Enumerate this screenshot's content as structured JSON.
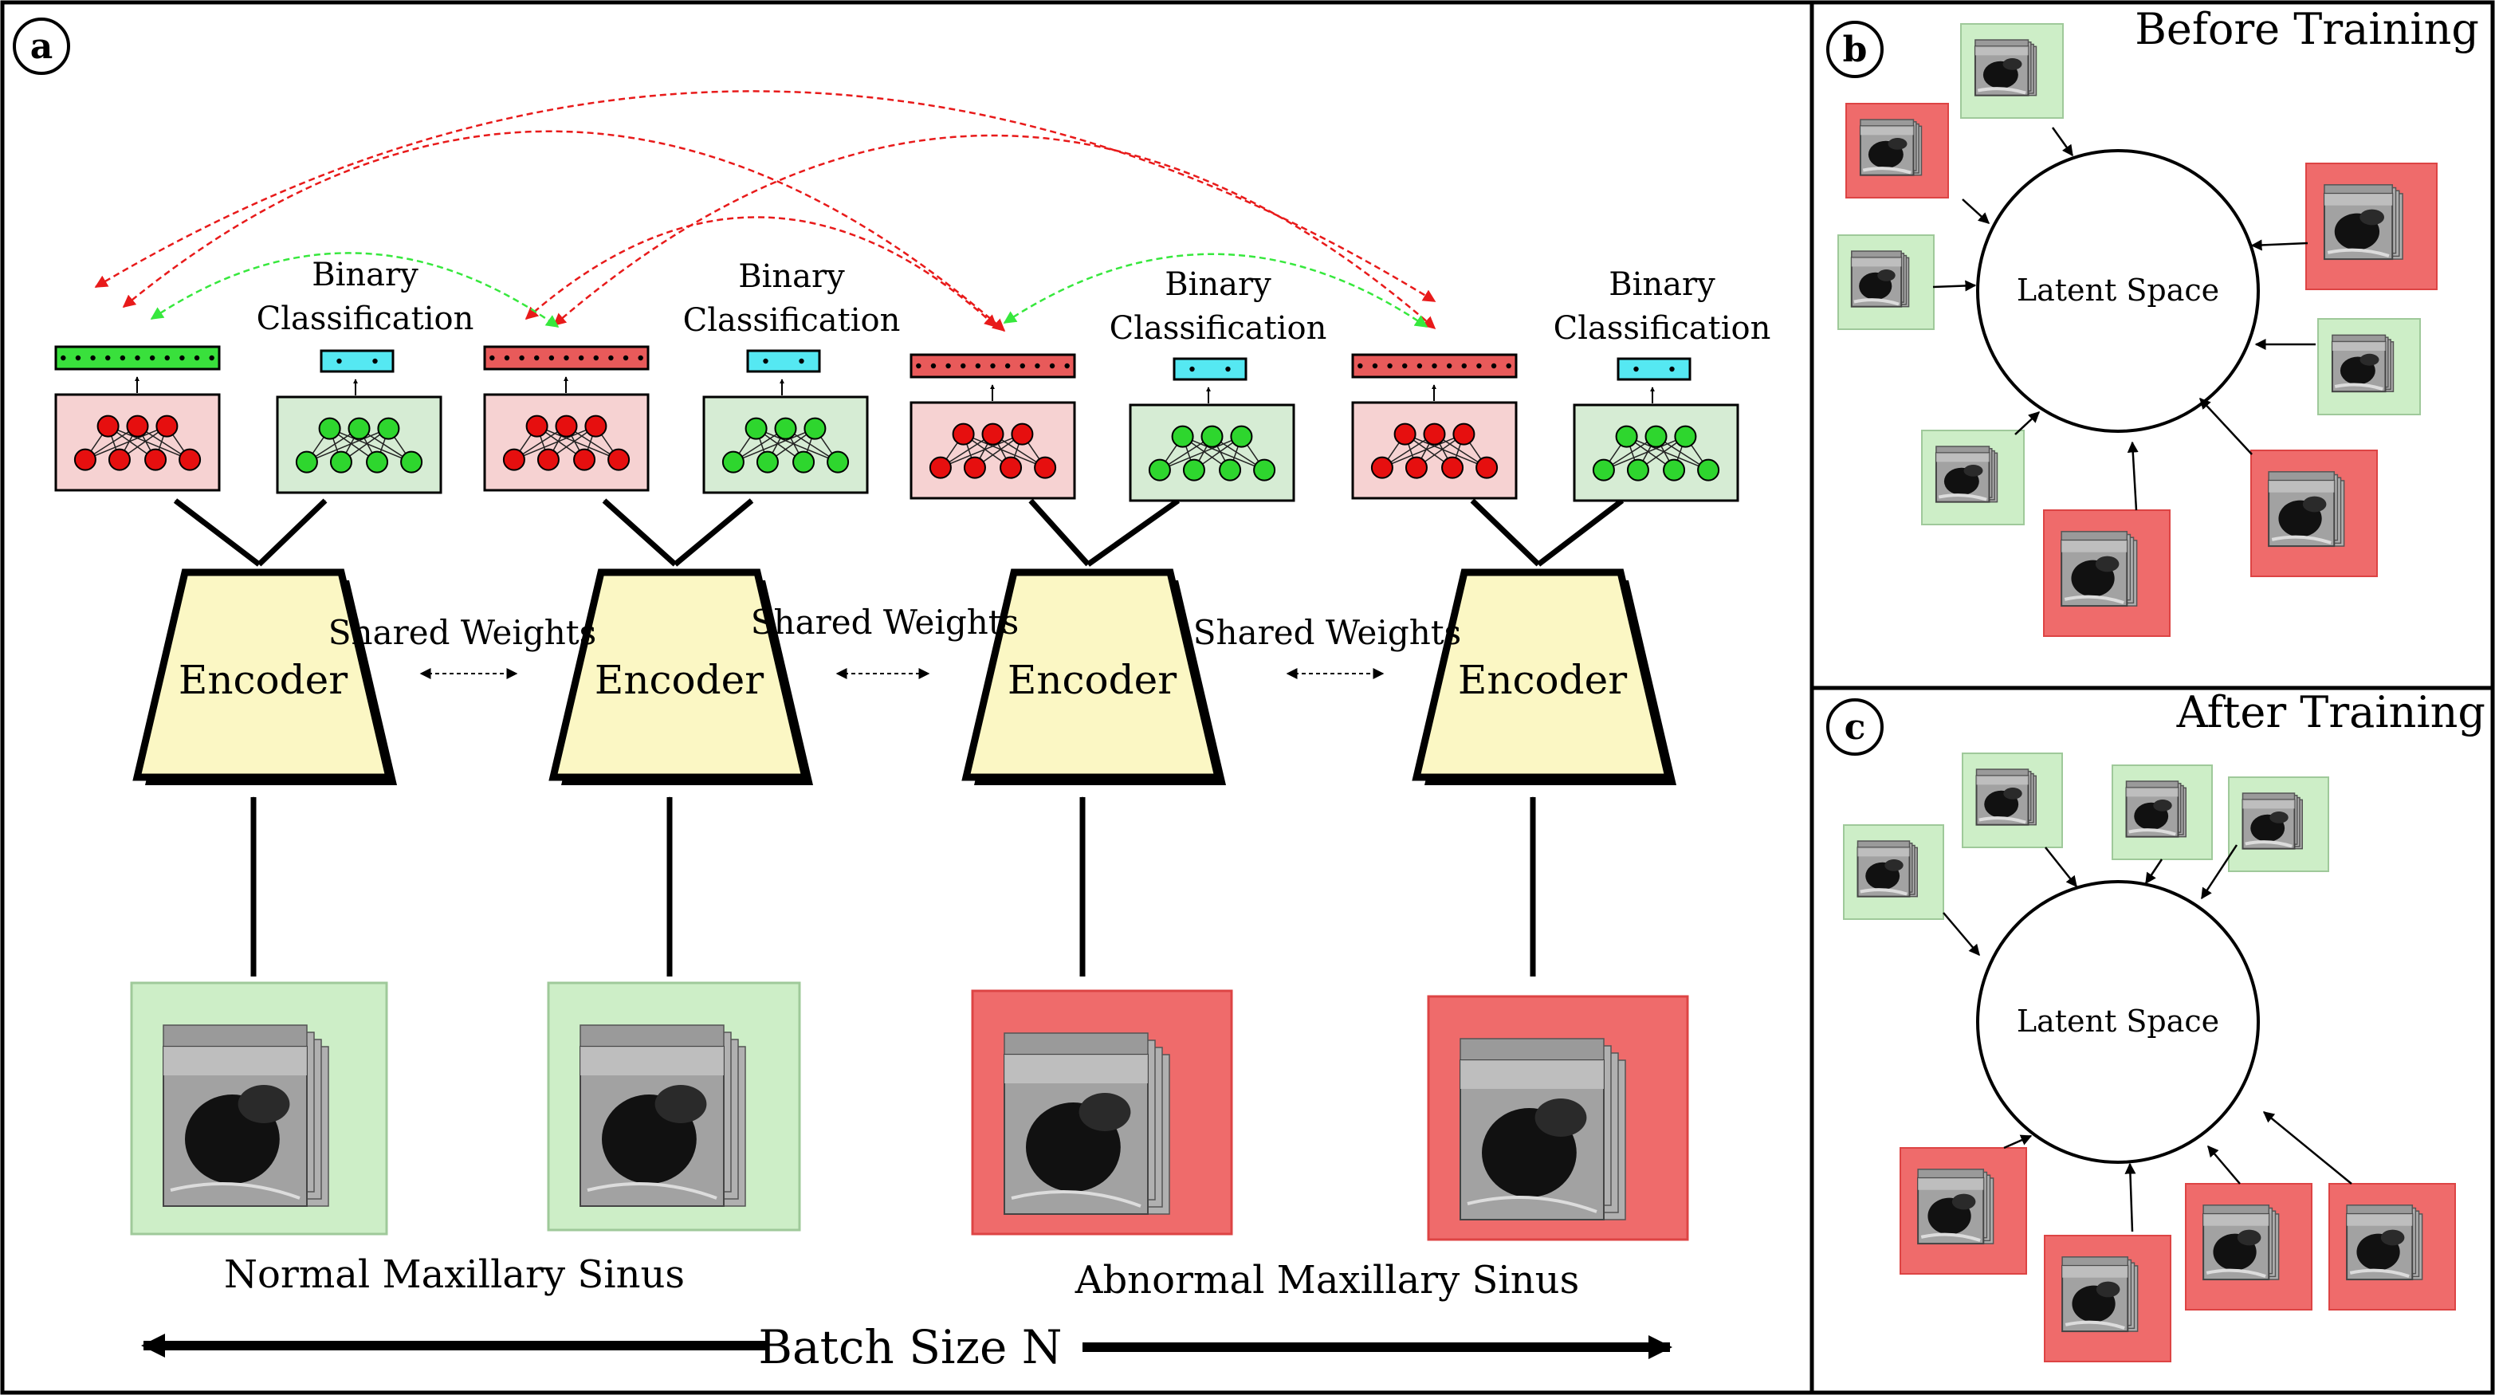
{
  "panel_a": {
    "label": "a",
    "encoder_label": "Encoder",
    "shared_weights_label": "Shared Weights",
    "binary_classification_line1": "Binary",
    "binary_classification_line2": "Classification",
    "ellipsis": "•••",
    "normal_caption": "Normal Maxillary Sinus",
    "abnormal_caption": "Abnormal Maxillary Sinus",
    "batch_size_label": "Batch Size N"
  },
  "panel_b": {
    "label": "b",
    "title": "Before Training",
    "latent_label": "Latent Space"
  },
  "panel_c": {
    "label": "c",
    "title": "After Training",
    "latent_label": "Latent Space"
  },
  "colors": {
    "normal_bg": "#cdeec7",
    "abnormal_bg": "#ef6b6b",
    "encoder_fill": "#fbf7c4",
    "projection_box": "#f6d2d2",
    "classifier_box": "#d6ecd4",
    "red_node": "#e60f0f",
    "green_node": "#2ed62e",
    "cyan_vector": "#55e8f2",
    "green_vector": "#39e03c",
    "red_vector": "#e85a5a",
    "red_arrow": "#e81a1a",
    "green_arrow": "#37e83d"
  }
}
